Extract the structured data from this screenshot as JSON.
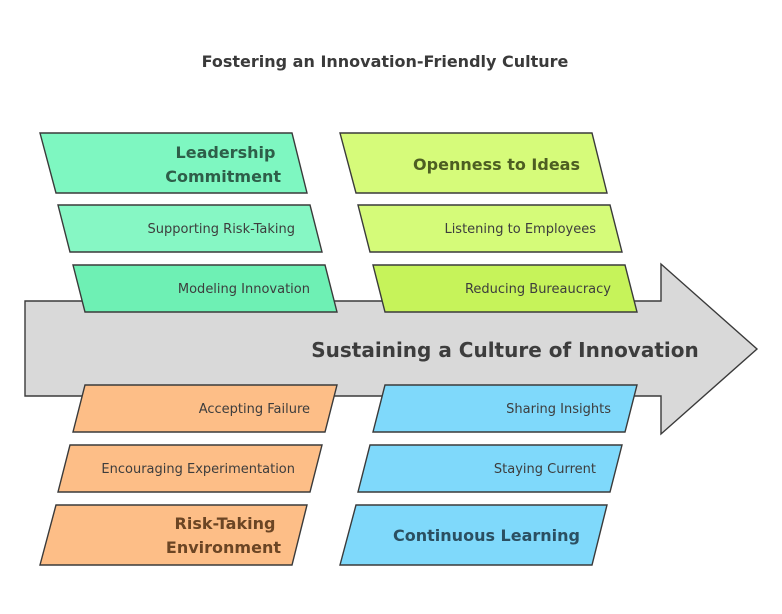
{
  "title": "Fostering an Innovation-Friendly Culture",
  "spine": {
    "label": "Sustaining a Culture of Innovation",
    "color": "#d9d9d9"
  },
  "groups": [
    {
      "id": "leadership",
      "color_category": "#7ef7c1",
      "color_items": [
        "#86f7c4",
        "#6ef0b4"
      ],
      "text_color": "#2e5e49",
      "category": {
        "line1": "Leadership",
        "line2": "Commitment"
      },
      "items": [
        "Supporting Risk-Taking",
        "Modeling Innovation"
      ]
    },
    {
      "id": "openness",
      "color_category": "#d6fb7a",
      "color_items": [
        "#d5fb79",
        "#c6f35a"
      ],
      "text_color": "#4d5e22",
      "category": {
        "line1": "Openness to Ideas",
        "line2": ""
      },
      "items": [
        "Listening to Employees",
        "Reducing Bureaucracy"
      ]
    },
    {
      "id": "risk",
      "color_category": "#fdbe87",
      "color_items": [
        "#fdbe87",
        "#fdbe87"
      ],
      "text_color": "#6b4524",
      "category": {
        "line1": "Risk-Taking",
        "line2": "Environment"
      },
      "items": [
        "Accepting Failure",
        "Encouraging Experimentation"
      ]
    },
    {
      "id": "learning",
      "color_category": "#7fd9fb",
      "color_items": [
        "#7fd9fb",
        "#7fd9fb"
      ],
      "text_color": "#2b4f61",
      "category": {
        "line1": "Continuous Learning",
        "line2": ""
      },
      "items": [
        "Sharing Insights",
        "Staying Current"
      ]
    }
  ]
}
